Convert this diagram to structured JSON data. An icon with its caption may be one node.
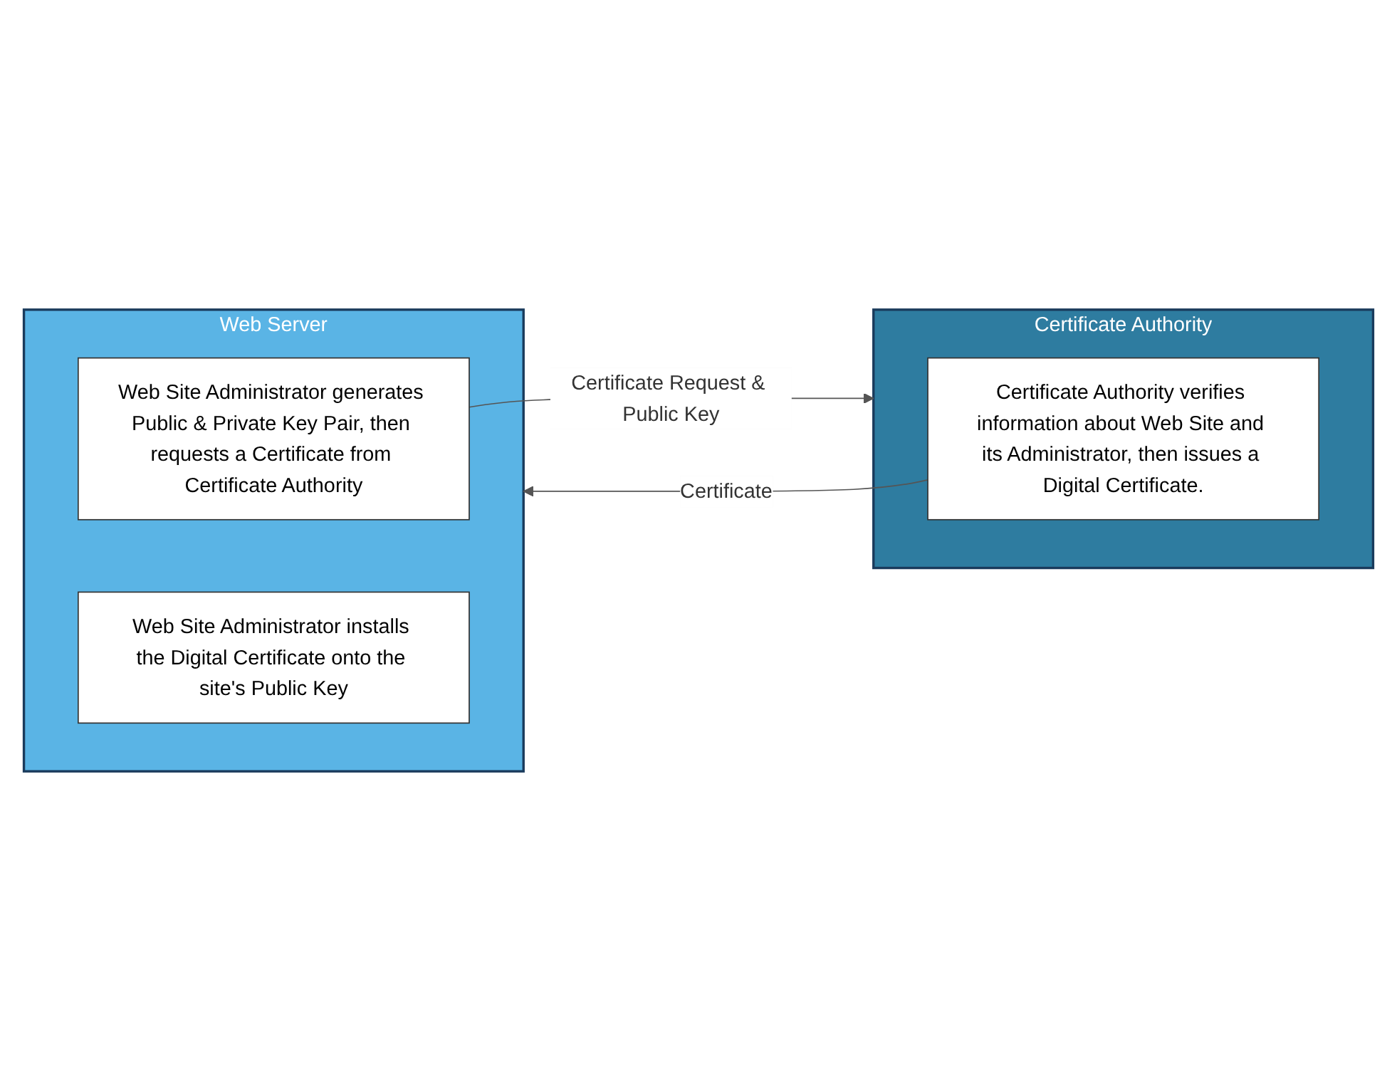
{
  "diagram": {
    "nodes": [
      {
        "text": [
          "Web Server"
        ]
      },
      {
        "text": [
          "Web Site Administrator generates Public & Private Key Pair, then requests a Certificate from Certificate Authority"
        ],
        "in": 0
      },
      {
        "text": [
          "Web Site Administrator installs the Digital Certificate onto the site's Public Key"
        ],
        "in": 0
      },
      {
        "text": [
          "Certificate Authority"
        ]
      },
      {
        "text": [
          "Certificate Authority verifies information about Web Site and its Administrator, then issues a Digital Certificate."
        ],
        "in": 3
      }
    ],
    "edges": [
      {
        "from": 1,
        "to": 3,
        "arrow": "to",
        "label": "Certificate Request & Public Key"
      },
      {
        "from": 4,
        "to": 0,
        "arrow": "to",
        "label": "Certificate"
      }
    ]
  }
}
